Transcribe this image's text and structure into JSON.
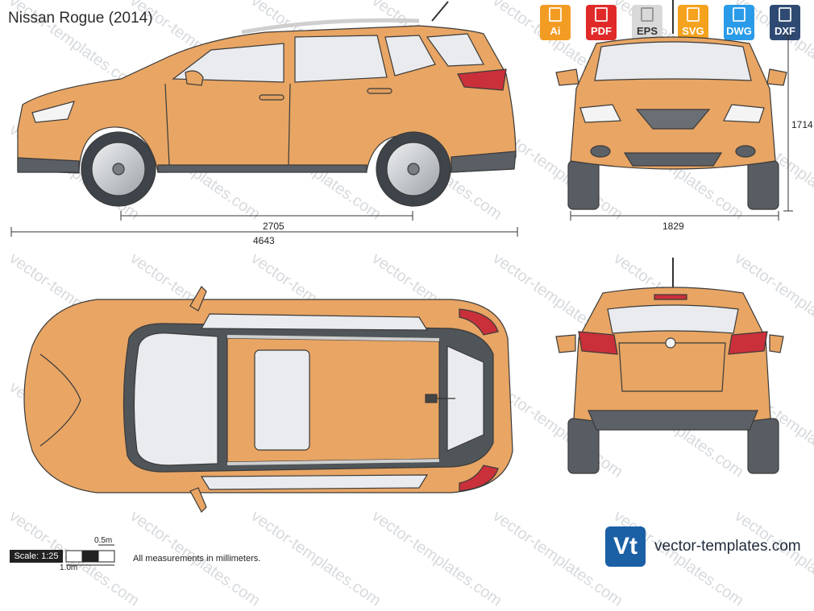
{
  "title": "Nissan Rogue (2014)",
  "formats": [
    {
      "label": "Ai",
      "color": "#f39c23"
    },
    {
      "label": "PDF",
      "color": "#e02a2a"
    },
    {
      "label": "EPS",
      "color": "#d9d9d9"
    },
    {
      "label": "SVG",
      "color": "#f5a21e"
    },
    {
      "label": "DWG",
      "color": "#2a9be8"
    },
    {
      "label": "DXF",
      "color": "#2e4a73"
    }
  ],
  "dimensions": {
    "wheelbase": "2705",
    "length": "4643",
    "width": "1829",
    "height": "1714"
  },
  "scale": {
    "label": "Scale: 1:25",
    "half_meter": "0.5m",
    "one_meter": "1.0m"
  },
  "note": "All measurements in millimeters.",
  "watermark": "vector-templates.com",
  "brand": {
    "logo": "Vt",
    "site": "vector-templates.com"
  },
  "colors": {
    "body": "#e8a564",
    "glass": "#e9ebee",
    "dark": "#555a60",
    "light_red": "#c9303a"
  }
}
